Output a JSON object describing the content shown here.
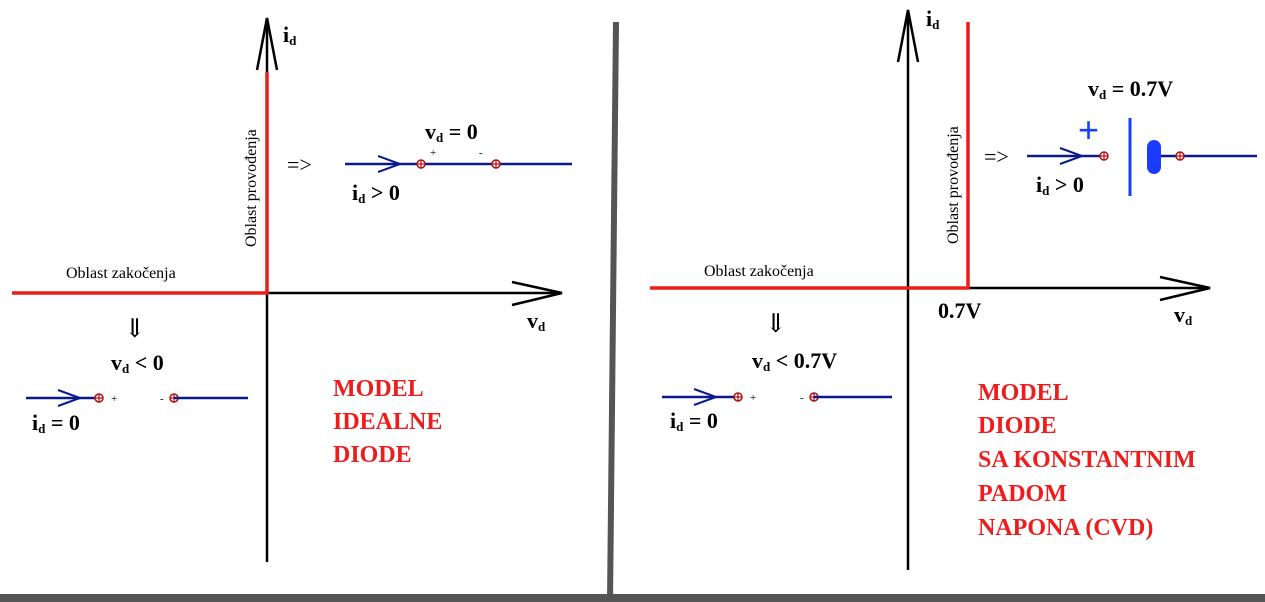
{
  "colors": {
    "curve": "#ee1c1c",
    "wire": "#0a1a8c",
    "axis": "#000000",
    "divider": "#555555",
    "model_title": "#ee1c1c",
    "battery": "#1a3cff"
  },
  "left": {
    "y_axis": {
      "main": "i",
      "sub": "d"
    },
    "x_axis": {
      "main": "v",
      "sub": "d"
    },
    "region_forward": "Oblast provođenja",
    "region_reverse": "Oblast zakočenja",
    "arrow_right": "=>",
    "arrow_down": "⇓",
    "forward_eq": {
      "main": "v",
      "sub": "d",
      "rest": " = 0"
    },
    "forward_current": {
      "main": "i",
      "sub": "d",
      "rest": " > 0"
    },
    "reverse_eq": {
      "main": "v",
      "sub": "d",
      "rest": " < 0"
    },
    "reverse_current": {
      "main": "i",
      "sub": "d",
      "rest": " = 0"
    },
    "plus": "+",
    "minus": "-",
    "model_lines": [
      "MODEL",
      "IDEALNE",
      "DIODE"
    ]
  },
  "right": {
    "y_axis": {
      "main": "i",
      "sub": "d"
    },
    "x_axis": {
      "main": "v",
      "sub": "d"
    },
    "threshold": "0.7V",
    "region_forward": "Oblast provođenja",
    "region_reverse": "Oblast zakočenja",
    "arrow_right": "=>",
    "arrow_down": "⇓",
    "forward_eq": {
      "main": "v",
      "sub": "d",
      "rest": " = 0.7V"
    },
    "forward_current": {
      "main": "i",
      "sub": "d",
      "rest": " > 0"
    },
    "reverse_eq": {
      "main": "v",
      "sub": "d",
      "rest": " < 0.7V"
    },
    "reverse_current": {
      "main": "i",
      "sub": "d",
      "rest": " = 0"
    },
    "plus_big": "+",
    "plus": "+",
    "minus": "-",
    "model_lines": [
      "MODEL",
      "DIODE",
      "SA KONSTANTNIM",
      "PADOM",
      "NAPONA (CVD)"
    ]
  }
}
